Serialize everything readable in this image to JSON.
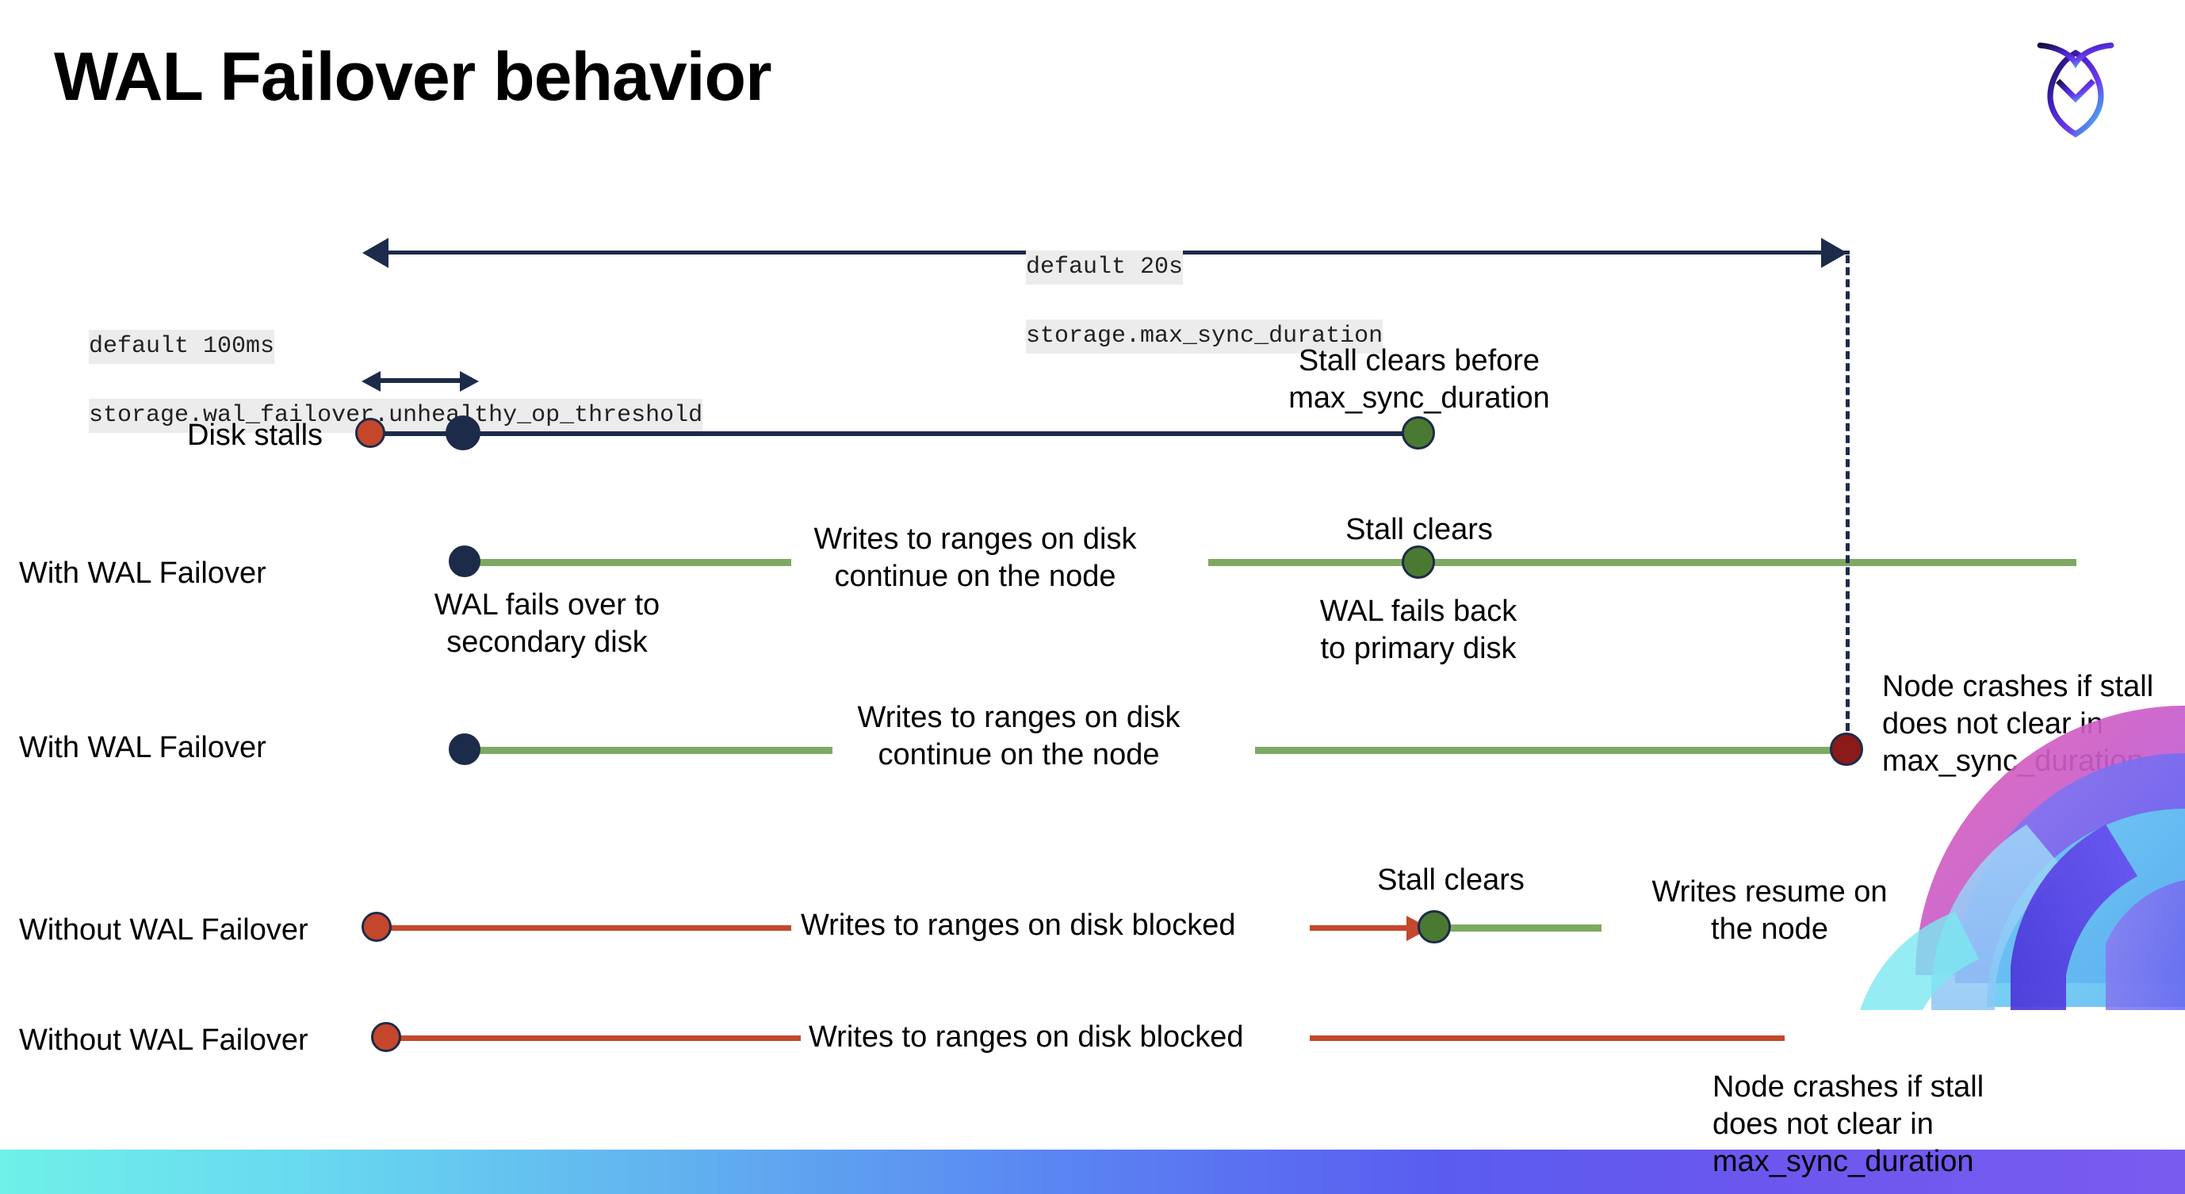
{
  "slide": {
    "title": "WAL Failover behavior",
    "logo_name": "cockroachdb-logo"
  },
  "settings": {
    "max_sync": {
      "default_label": "default 20s",
      "setting_name": "storage.max_sync_duration"
    },
    "unhealthy_op": {
      "default_label": "default 100ms",
      "setting_name": "storage.wal_failover.unhealthy_op_threshold"
    }
  },
  "rows": {
    "disk_stalls": {
      "label": "Disk stalls"
    },
    "with_wal_1": {
      "label": "With WAL Failover"
    },
    "with_wal_2": {
      "label": "With WAL Failover"
    },
    "without_wal_1": {
      "label": "Without WAL Failover"
    },
    "without_wal_2": {
      "label": "Without WAL Failover"
    }
  },
  "annotations": {
    "stall_clears_before": "Stall clears before\nmax_sync_duration",
    "stall_clears_a": "Stall clears",
    "stall_clears_b": "Stall clears",
    "wal_fails_over": "WAL fails over to\nsecondary disk",
    "wal_fails_back": "WAL fails  back\nto primary disk",
    "writes_continue_1": "Writes to ranges on disk\ncontinue on the node",
    "writes_continue_2": "Writes to ranges on disk\ncontinue on the node",
    "node_crashes_1": "Node crashes if stall\ndoes not clear in\nmax_sync_duration",
    "node_crashes_2": "Node crashes if stall\ndoes not clear in\nmax_sync_duration",
    "writes_blocked_1": "Writes to ranges on disk  blocked",
    "writes_blocked_2": "Writes to ranges on disk  blocked",
    "writes_resume": "Writes resume on\nthe node"
  },
  "colors": {
    "navy": "#1d2b4a",
    "orange": "#c4472c",
    "green_dot": "#4a7a32",
    "green_line": "#7fa963",
    "dark_red": "#8b1a1a",
    "red_line": "#c4482c",
    "code_chip_bg": "#ececec"
  }
}
